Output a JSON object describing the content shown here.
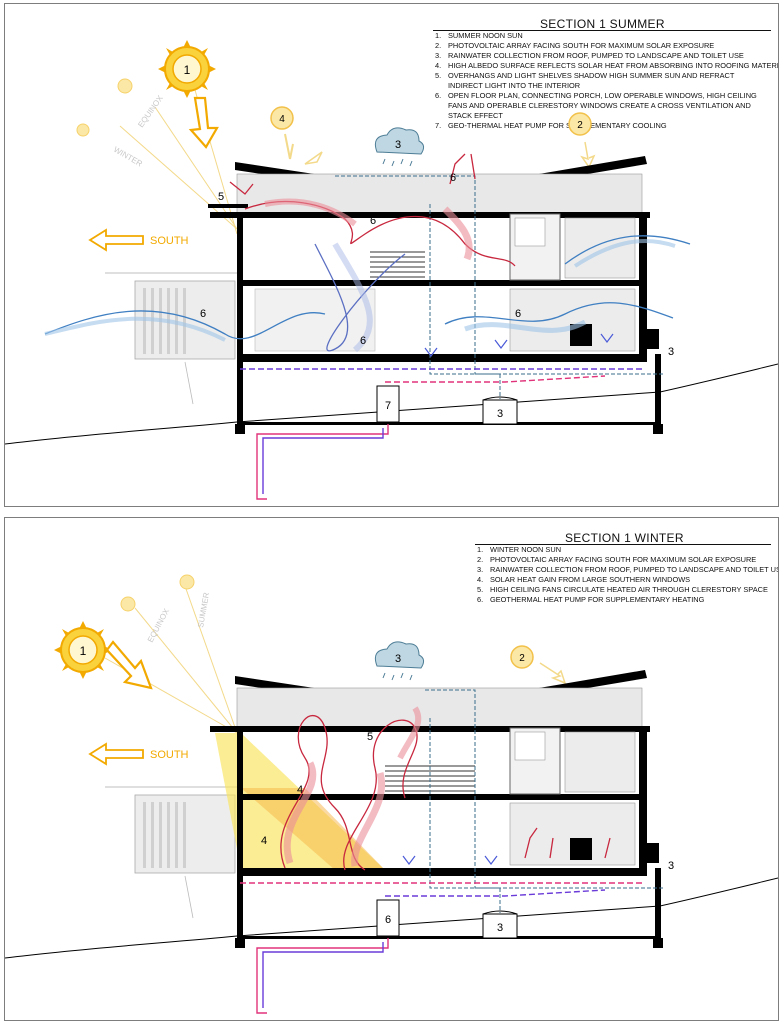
{
  "summer": {
    "title": "SECTION 1 SUMMER",
    "legend": [
      {
        "n": "1.",
        "text": "SUMMER NOON SUN"
      },
      {
        "n": "2.",
        "text": "PHOTOVOLTAIC ARRAY FACING SOUTH FOR MAXIMUM SOLAR EXPOSURE"
      },
      {
        "n": "3.",
        "text": "RAINWATER COLLECTION FROM ROOF, PUMPED TO LANDSCAPE AND TOILET USE"
      },
      {
        "n": "4.",
        "text": "HIGH ALBEDO SURFACE REFLECTS SOLAR HEAT FROM ABSORBING INTO ROOFING MATERIAL"
      },
      {
        "n": "5.",
        "text": "OVERHANGS AND LIGHT SHELVES SHADOW HIGH SUMMER SUN AND REFRACT INDIRECT LIGHT INTO THE INTERIOR"
      },
      {
        "n": "6.",
        "text": "OPEN FLOOR PLAN, CONNECTING PORCH, LOW OPERABLE WINDOWS, HIGH CEILING FANS AND OPERABLE CLERESTORY WINDOWS CREATE A CROSS VENTILATION AND STACK EFFECT"
      },
      {
        "n": "7.",
        "text": "GEO-THERMAL HEAT PUMP FOR SUPPLEMENTARY COOLING"
      }
    ],
    "south_label": "SOUTH",
    "equinox_label": "EQUINOX",
    "other_season_label": "WINTER",
    "markers": {
      "sun": "1",
      "pv": "2",
      "rain": "3",
      "albedo": "4",
      "overhang": "5",
      "vent_a": "6",
      "vent_b": "6",
      "vent_c": "6",
      "vent_d": "6",
      "vent_e": "6",
      "geo": "7",
      "tank": "3",
      "cistern": "3"
    }
  },
  "winter": {
    "title": "SECTION 1 WINTER",
    "legend": [
      {
        "n": "1.",
        "text": "WINTER NOON SUN"
      },
      {
        "n": "2.",
        "text": "PHOTOVOLTAIC ARRAY FACING SOUTH FOR MAXIMUM SOLAR EXPOSURE"
      },
      {
        "n": "3.",
        "text": "RAINWATER COLLECTION FROM ROOF, PUMPED TO LANDSCAPE AND TOILET USE"
      },
      {
        "n": "4.",
        "text": "SOLAR HEAT GAIN FROM LARGE SOUTHERN WINDOWS"
      },
      {
        "n": "5.",
        "text": "HIGH CEILING FANS CIRCULATE HEATED AIR THROUGH CLERESTORY SPACE"
      },
      {
        "n": "6.",
        "text": "GEOTHERMAL HEAT PUMP FOR SUPPLEMENTARY HEATING"
      }
    ],
    "south_label": "SOUTH",
    "equinox_label": "EQUINOX",
    "other_season_label": "SUMMER",
    "markers": {
      "sun": "1",
      "pv": "2",
      "rain": "3",
      "gain_a": "4",
      "gain_b": "4",
      "fan": "5",
      "geo": "6",
      "tank": "3",
      "cistern": "3"
    }
  },
  "colors": {
    "sun": "#f6c21a",
    "sun_ray": "#f2a900",
    "cool_air": "#5b9bd5",
    "warm_air": "#d8344a",
    "cloud": "#7fb0c8",
    "structure": "#000000",
    "pipe_hot": "#e0337a",
    "pipe_cold": "#6a3bd8",
    "duct": "#3b6e8e"
  },
  "icons": [
    "sun-icon",
    "cloud-rain-icon",
    "arrow-south-icon",
    "pv-sun-icon"
  ]
}
